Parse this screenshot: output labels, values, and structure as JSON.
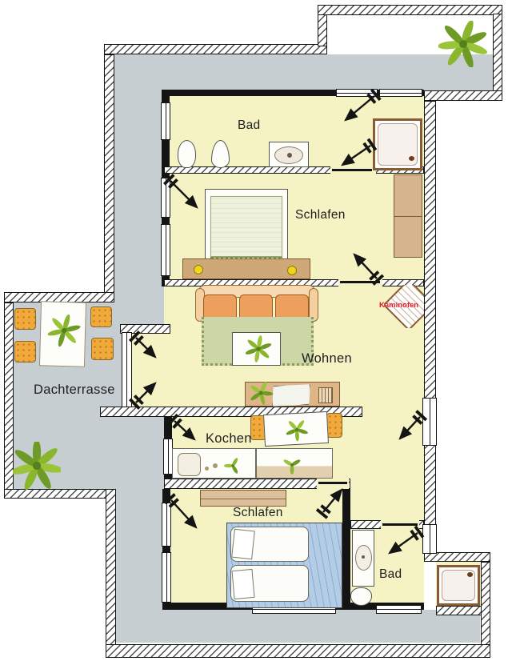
{
  "labels": {
    "bad_top": "Bad",
    "schlafen_top": "Schlafen",
    "wohnen": "Wohnen",
    "dachterrasse": "Dachterrasse",
    "kochen": "Kochen",
    "schlafen_bottom": "Schlafen",
    "bad_bottom": "Bad",
    "kaminofen": "Kaminofen"
  },
  "colors": {
    "outdoor_floor": "#c6ced2",
    "indoor_floor": "#f5f3c3",
    "wall_hatch_line": "#4d4d4d",
    "wall_black": "#141414",
    "kaminofen_label": "#e8192c",
    "sofa_orange": "#eda05e",
    "rug_green": "#ccd7a5",
    "bed_blue": "#b3cde6",
    "furniture_wood": "#cfa878",
    "plant_green": "#8ab62e",
    "lamp_yellow": "#f2d41c"
  }
}
